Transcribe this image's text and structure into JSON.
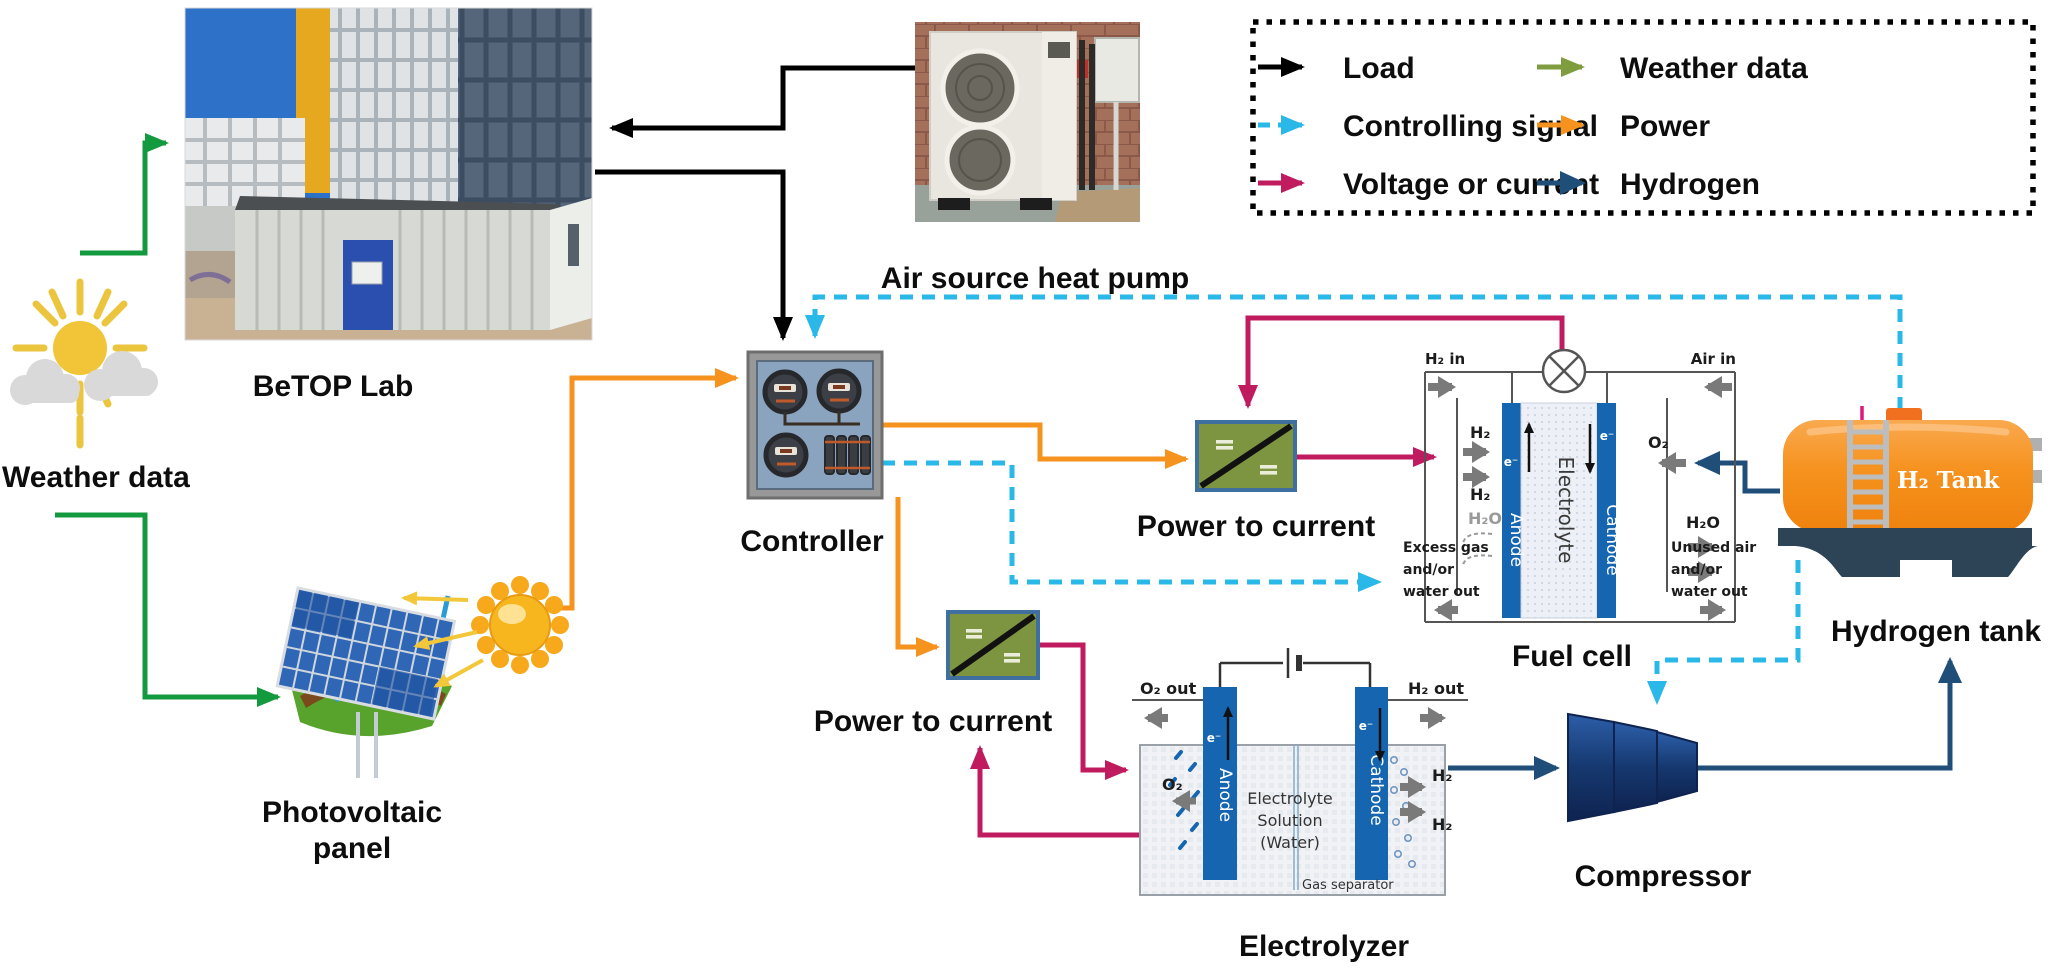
{
  "labels": {
    "betop_lab": "BeTOP Lab",
    "weather_data": "Weather data",
    "air_source_heat_pump": "Air source heat pump",
    "controller": "Controller",
    "photovoltaic_1": "Photovoltaic",
    "photovoltaic_2": "panel",
    "power_to_current_1": "Power to current",
    "power_to_current_2": "Power to current",
    "fuel_cell": "Fuel cell",
    "electrolyzer": "Electrolyzer",
    "hydrogen_tank": "Hydrogen tank",
    "compressor": "Compressor"
  },
  "legend": {
    "items": [
      {
        "label": "Load",
        "color": "#000000",
        "style": "solid"
      },
      {
        "label": "Controlling signal",
        "color": "#29b8e8",
        "style": "dashed"
      },
      {
        "label": "Voltage or current",
        "color": "#c01b5e",
        "style": "solid"
      },
      {
        "label": "Weather data",
        "color": "#7f9d3f",
        "style": "solid"
      },
      {
        "label": "Power",
        "color": "#f6921e",
        "style": "solid"
      },
      {
        "label": "Hydrogen",
        "color": "#1f4e79",
        "style": "solid"
      }
    ]
  },
  "fc": {
    "h2_in": "H₂ in",
    "air_in": "Air in",
    "h2_a": "H₂",
    "h2_b": "H₂",
    "h2o_left": "H₂O",
    "o2": "O₂",
    "h2o_right": "H₂O",
    "anode": "Anode",
    "cathode": "Cathode",
    "electrolyte": "Electrolyte",
    "e_left": "e⁻",
    "e_right": "e⁻",
    "excess_1": "Excess gas",
    "excess_2": "and/or",
    "excess_3": "water out",
    "unused_1": "Unused air",
    "unused_2": "and/or",
    "unused_3": "water out"
  },
  "ez": {
    "o2_out": "O₂ out",
    "h2_out": "H₂ out",
    "anode": "Anode",
    "cathode": "Cathode",
    "e_left": "e⁻",
    "e_right": "e⁻",
    "o2": "O₂",
    "h2_a": "H₂",
    "h2_b": "H₂",
    "sol_1": "Electrolyte",
    "sol_2": "Solution",
    "sol_3": "(Water)",
    "gas_separator": "Gas separator"
  },
  "tank": {
    "h2_tank": "H₂ Tank"
  },
  "colors": {
    "load": "#000000",
    "signal": "#29b8e8",
    "voltage": "#c01b5e",
    "weather_legend": "#7f9d3f",
    "weather_line": "#149a3e",
    "power": "#f6921e",
    "hydrogen": "#1f4e79",
    "electrode_blue": "#1565b0",
    "box_green": "#7d9440",
    "box_border": "#3f6f9f",
    "tank_orange": "#f6921e",
    "tank_base": "#2d4356",
    "compressor_navy": "#1b3a7a",
    "gray_arrow": "#7a7a7a",
    "sun_yellow": "#f2c438",
    "cloud_gray": "#d9d9d9"
  }
}
